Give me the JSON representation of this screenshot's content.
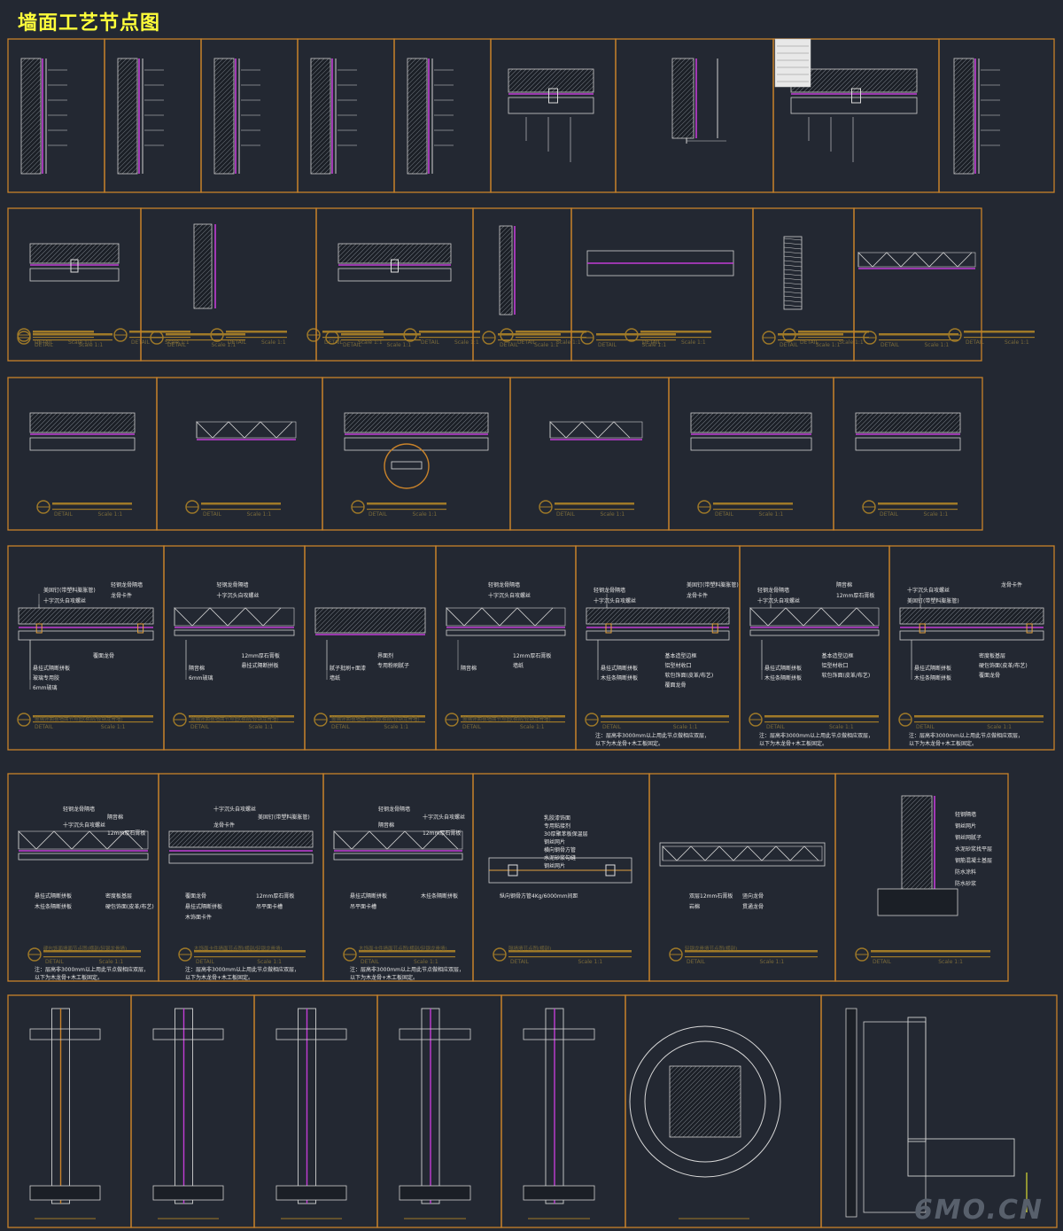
{
  "title": "墙面工艺节点图",
  "watermark": "6MO.CN",
  "detail_label": "DETAIL",
  "scale_label": "Scale 1:1",
  "colors": {
    "background": "#232832",
    "frame": "#c8822a",
    "callout": "#ffff33",
    "wall_line": "#d8d8d8",
    "magenta": "#c23cd6",
    "insulation": "#2fb89a"
  },
  "row4": {
    "panels": [
      {
        "labels_top_left": [
          "美固钉(带塑料膨胀管)",
          "十字沉头自攻螺丝"
        ],
        "labels_top_right": [
          "轻钢龙骨隔墙",
          "龙骨卡件"
        ],
        "labels_bottom_left": [
          "悬挂式隔断拼板",
          "玻璃专用胶",
          "6mm玻璃"
        ],
        "labels_bottom_right": [
          "覆面龙骨"
        ],
        "caption": "玻璃饰面板墙面节点图(横剖/轻钢龙骨墙)",
        "note": []
      },
      {
        "labels_top_left": [],
        "labels_top_right": [
          "轻钢龙骨隔墙",
          "十字沉头自攻螺丝"
        ],
        "labels_bottom_left": [
          "隔音棉",
          "6mm玻璃"
        ],
        "labels_bottom_right": [
          "12mm厚石膏板",
          "悬挂式隔断拼板"
        ],
        "caption": "玻璃饰面板墙面节点图(横剖/轻钢龙骨墙)",
        "note": []
      },
      {
        "labels_top_left": [],
        "labels_top_right": [],
        "labels_bottom_left": [
          "腻子批刷+面漆",
          "墙纸"
        ],
        "labels_bottom_right": [
          "界面剂",
          "专用粉刷腻子"
        ],
        "caption": "玻璃饰面板墙面节点图(横剖/轻钢龙骨墙)",
        "note": []
      },
      {
        "labels_top_left": [],
        "labels_top_right": [
          "轻钢龙骨隔墙",
          "十字沉头自攻螺丝"
        ],
        "labels_bottom_left": [
          "隔音棉"
        ],
        "labels_bottom_right": [
          "12mm厚石膏板",
          "墙纸"
        ],
        "caption": "玻璃饰面板墙面节点图(横剖/轻钢龙骨墙)",
        "note": []
      },
      {
        "labels_top_left": [
          "轻钢龙骨隔墙",
          "十字沉头自攻螺丝"
        ],
        "labels_top_right": [
          "美固钉(带塑料膨胀管)",
          "龙骨卡件"
        ],
        "labels_bottom_left": [
          "悬挂式隔断拼板",
          "木挂条隔断拼板"
        ],
        "labels_bottom_right": [
          "基本造型边框",
          "铝型材收口",
          "软包饰面(皮革/布艺)",
          "覆面龙骨"
        ],
        "caption": "",
        "note": [
          "注：层高非3000mm以上用此节点做相应双层，",
          "以下为木龙骨+木工板固定。"
        ]
      },
      {
        "labels_top_left": [
          "轻钢龙骨隔墙",
          "十字沉头自攻螺丝"
        ],
        "labels_top_right": [
          "隔音棉",
          "12mm厚石膏板"
        ],
        "labels_bottom_left": [
          "悬挂式隔断拼板",
          "木挂条隔断拼板"
        ],
        "labels_bottom_right": [
          "基本造型边框",
          "铝型材收口",
          "软包饰面(皮革/布艺)"
        ],
        "caption": "",
        "note": [
          "注：层高非3000mm以上用此节点做相应双层，",
          "以下为木龙骨+木工板固定。"
        ]
      },
      {
        "labels_top_left": [
          "十字沉头自攻螺丝",
          "美固钉(带塑料膨胀管)"
        ],
        "labels_top_right": [
          "龙骨卡件"
        ],
        "labels_bottom_left": [
          "悬挂式隔断拼板",
          "木挂条隔断拼板"
        ],
        "labels_bottom_right": [
          "密度板基层",
          "硬包饰面(皮革/布艺)",
          "覆面龙骨"
        ],
        "caption": "",
        "note": [
          "注：层高非3000mm以上用此节点做相应双层，",
          "以下为木龙骨+木工板固定。"
        ]
      }
    ]
  },
  "row5": {
    "panels": [
      {
        "labels_top": [
          "轻钢龙骨隔墙",
          "隔音棉",
          "十字沉头自攻螺丝",
          "12mm厚石膏板"
        ],
        "labels_bottom": [
          "悬挂式隔断拼板",
          "密度板基层",
          "木挂条隔断拼板",
          "硬包饰面(皮革/布艺)"
        ],
        "caption": "硬包饰面墙面节点图(横剖/轻钢龙骨墙)",
        "note": [
          "注：层高非3000mm以上用此节点做相应双层，",
          "以下为木龙骨+木工板固定。"
        ]
      },
      {
        "labels_top": [
          "十字沉头自攻螺丝",
          "美固钉(带塑料膨胀管)",
          "龙骨卡件"
        ],
        "labels_bottom": [
          "覆面龙骨",
          "12mm厚石膏板",
          "悬挂式隔断拼板",
          "吊平面卡槽",
          "木饰面卡件"
        ],
        "caption": "木饰面卡件墙面节点图(横剖/轻钢龙骨墙)",
        "note": [
          "注：层高非3000mm以上用此节点做相应双层，",
          "以下为木龙骨+木工板固定。"
        ]
      },
      {
        "labels_top": [
          "轻钢龙骨隔墙",
          "十字沉头自攻螺丝",
          "隔音棉",
          "12mm厚石膏板"
        ],
        "labels_bottom": [
          "悬挂式隔断拼板",
          "木挂条隔断拼板",
          "吊平面卡槽"
        ],
        "caption": "木饰面卡件墙面节点图(横剖/轻钢龙骨墙)",
        "note": [
          "注：层高非3000mm以上用此节点做相应双层，",
          "以下为木龙骨+木工板固定。"
        ]
      },
      {
        "labels_top": [
          "乳胶漆饰面",
          "专用粘接剂",
          "30厚聚苯板保温层",
          "钢丝网片",
          "横向钢骨方管",
          "水泥砂浆勾缝",
          "钢丝网片"
        ],
        "labels_bottom": [
          "纵向钢骨方管4Kg/6000mm间距"
        ],
        "caption": "隔墙墙节点图(横剖)",
        "note": []
      },
      {
        "labels_top": [],
        "labels_bottom": [
          "双层12mm石膏板",
          "竖向龙骨",
          "岩棉",
          "贯通龙骨"
        ],
        "caption": "轻钢龙骨墙节点图(横剖)",
        "note": []
      },
      {
        "labels_top": [
          "轻钢隔墙",
          "钢丝网片",
          "钢丝网腻子",
          "水泥砂浆找平层",
          "钢筋混凝土基层",
          "防水涂料",
          "防水砂浆"
        ],
        "labels_bottom": [],
        "caption": "",
        "note": []
      }
    ]
  }
}
